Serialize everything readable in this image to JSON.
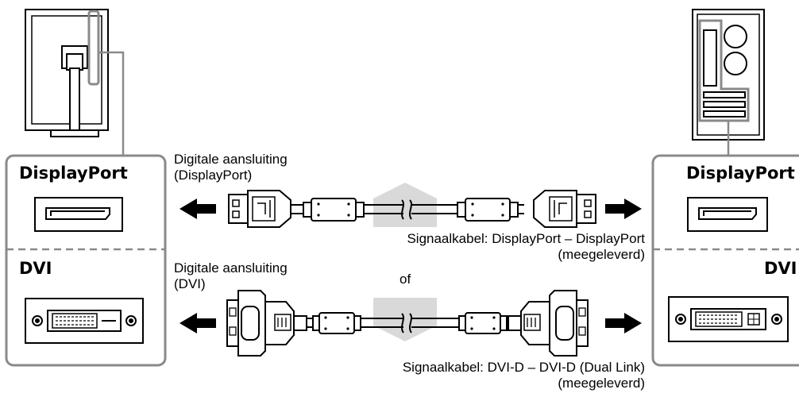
{
  "left_panel": {
    "displayport_title": "DisplayPort",
    "dvi_title": "DVI"
  },
  "right_panel": {
    "displayport_title": "DisplayPort",
    "dvi_title": "DVI"
  },
  "displayport_connection": {
    "label_line1": "Digitale aansluiting",
    "label_line2": "(DisplayPort)",
    "cable_line1": "Signaalkabel: DisplayPort – DisplayPort",
    "cable_line2": "(meegeleverd)"
  },
  "separator_text": "of",
  "dvi_connection": {
    "label_line1": "Digitale aansluiting",
    "label_line2": "(DVI)",
    "cable_line1": "Signaalkabel: DVI-D – DVI-D (Dual Link)",
    "cable_line2": "(meegeleverd)"
  },
  "colors": {
    "line": "#000000",
    "gray_outline": "#8a8a8a",
    "band_fill": "#d9d9d9"
  }
}
